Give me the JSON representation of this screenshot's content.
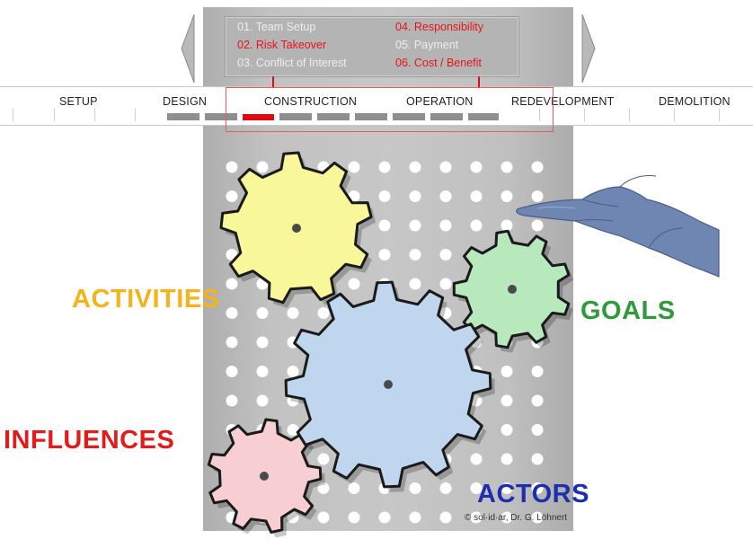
{
  "menu": {
    "items": [
      {
        "label": "01. Team Setup",
        "active": false
      },
      {
        "label": "02. Risk Takeover",
        "active": true
      },
      {
        "label": "03. Conflict of Interest",
        "active": false
      },
      {
        "label": "04. Responsibility",
        "active": true
      },
      {
        "label": "05. Payment",
        "active": false
      },
      {
        "label": "06. Cost / Benefit",
        "active": true
      }
    ]
  },
  "phases": {
    "setup": "SETUP",
    "design": "DESIGN",
    "construction": "CONSTRUCTION",
    "operation": "OPERATION",
    "redevelopment": "REDEVELOPMENT",
    "demolition": "DEMOLITION"
  },
  "labels": {
    "activities": "ACTIVITIES",
    "goals": "GOALS",
    "influences": "INFLUENCES",
    "actors": "ACTORS"
  },
  "credit": "© sol·id·ar, Dr. G. Löhnert",
  "colors": {
    "accent_red": "#e00a12",
    "activities": "#f5b21a",
    "goals": "#2e9a3c",
    "influences": "#e21b1b",
    "actors": "#1d2fb0",
    "gear_yellow": "#f8f79a",
    "gear_green": "#b8e9bd",
    "gear_blue": "#c0d6ee",
    "gear_pink": "#f7cfd2",
    "hand": "#6b7fa8"
  }
}
